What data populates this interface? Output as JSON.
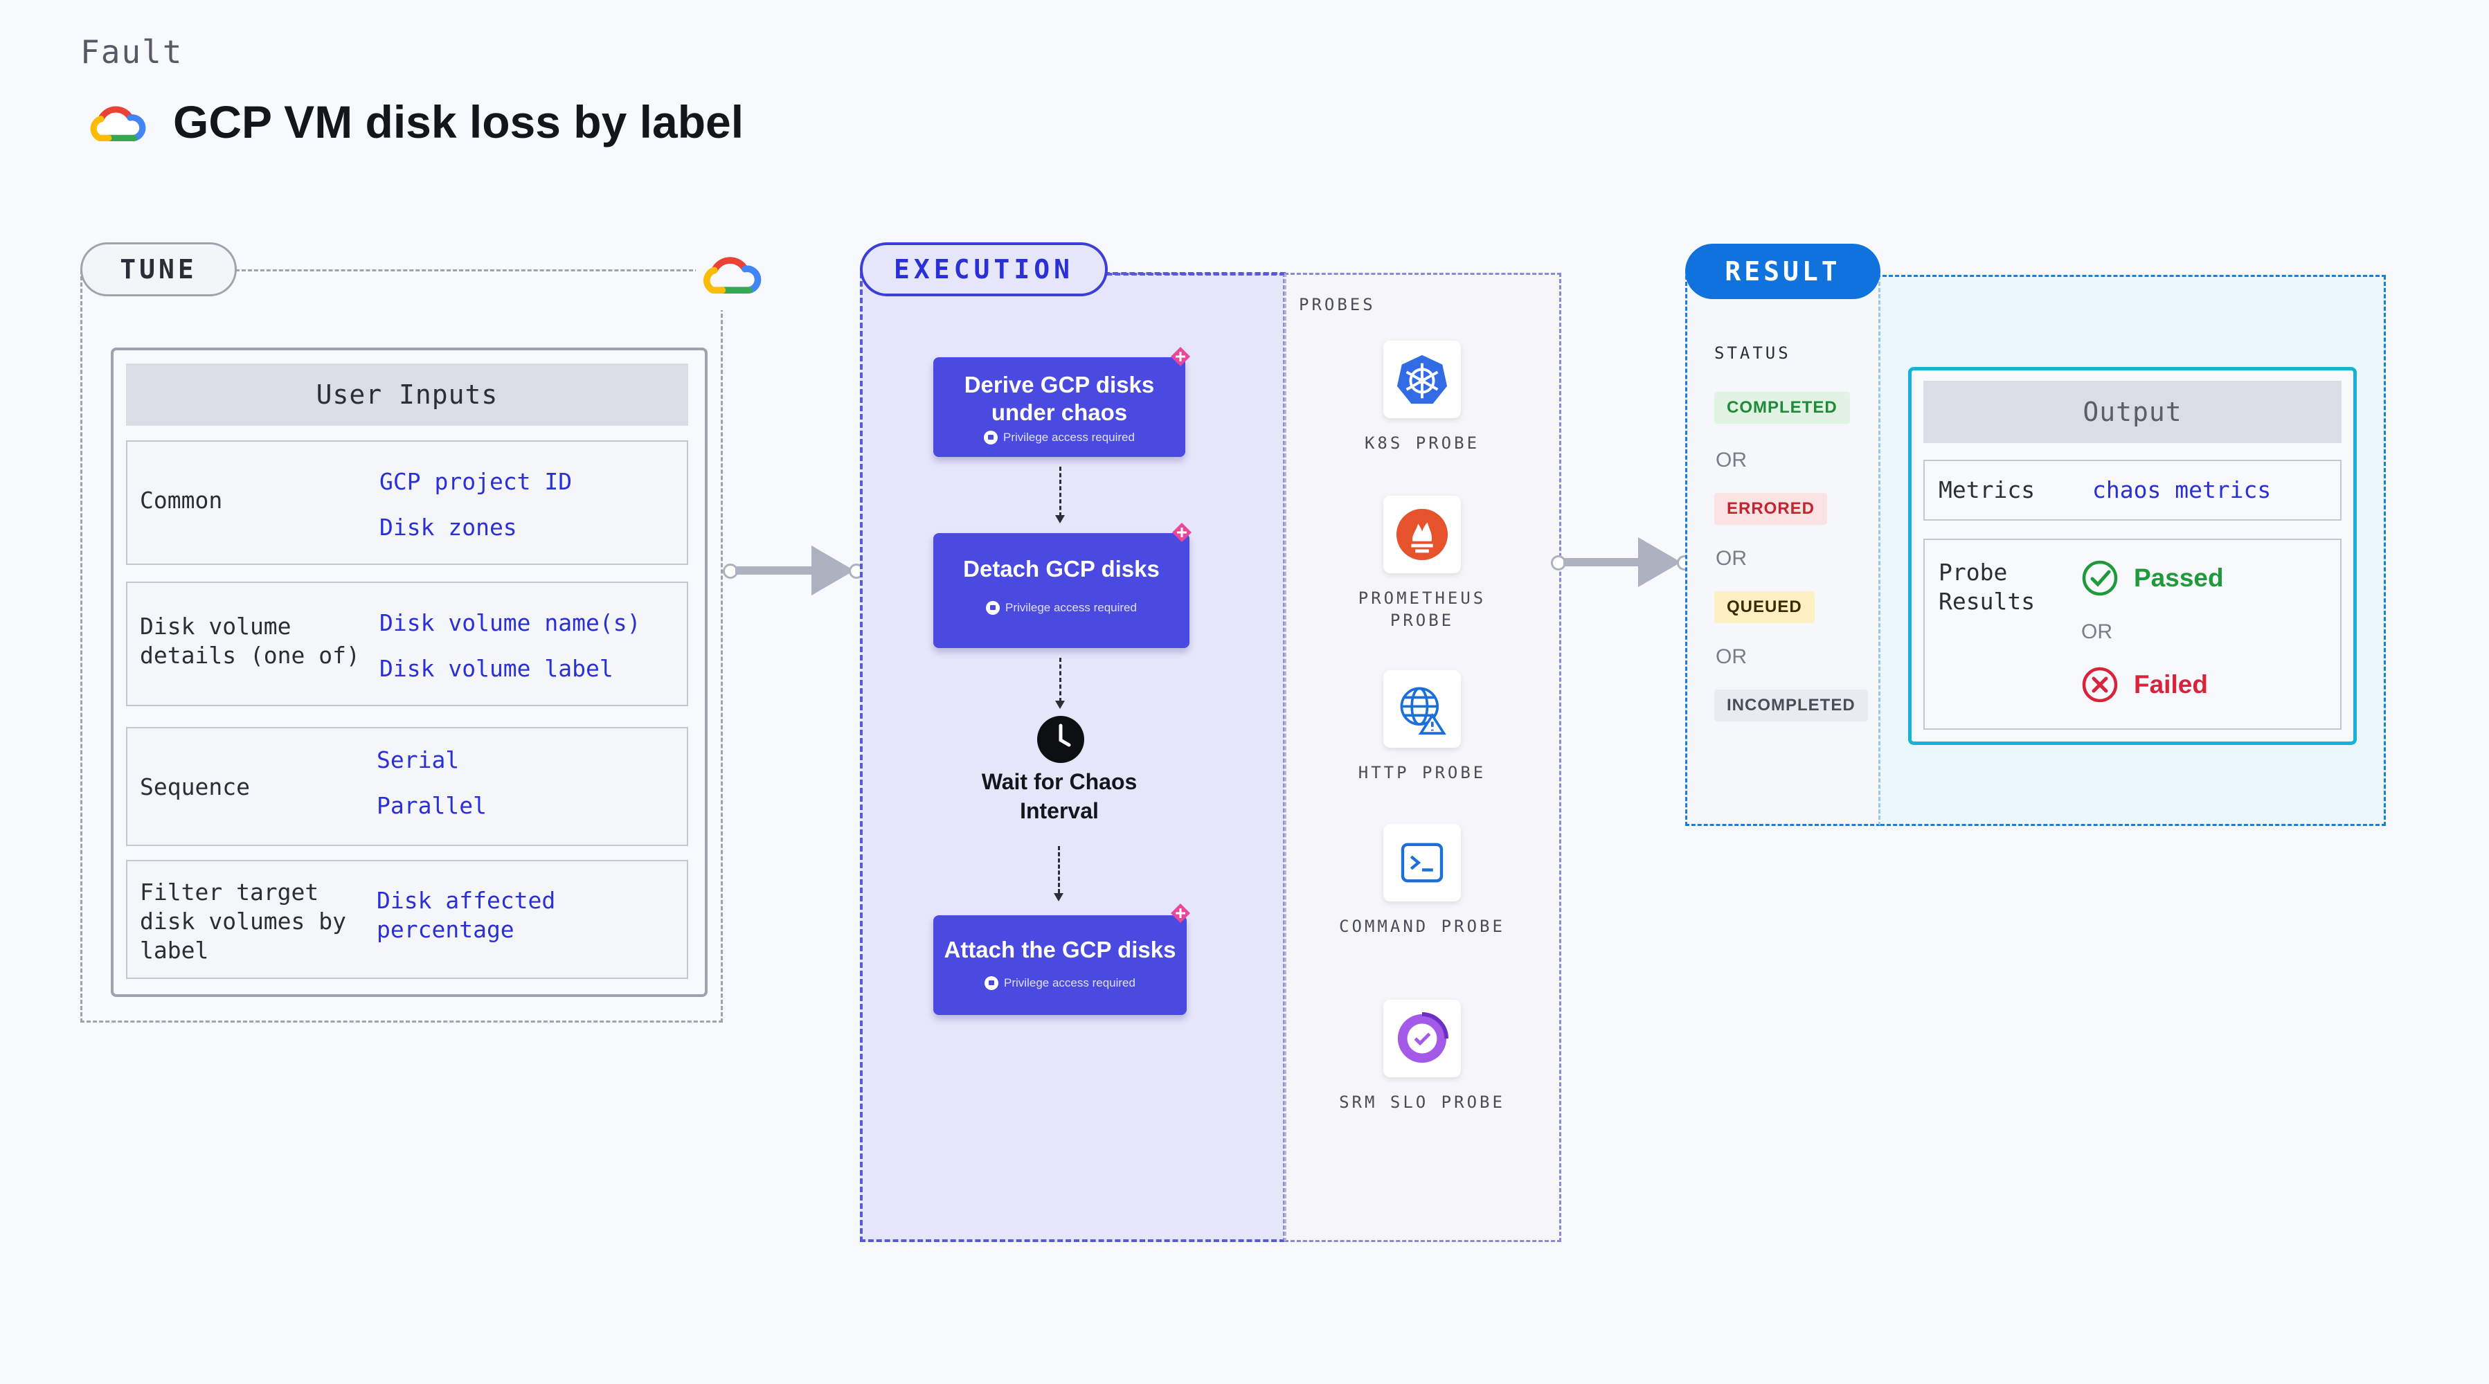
{
  "header": {
    "kicker": "Fault",
    "title": "GCP VM disk loss by label"
  },
  "tune": {
    "label": "TUNE",
    "panel_title": "User Inputs",
    "rows": [
      {
        "label": "Common",
        "values": [
          "GCP project ID",
          "Disk zones"
        ]
      },
      {
        "label": "Disk volume details (one of)",
        "values": [
          "Disk volume name(s)",
          "Disk volume label"
        ]
      },
      {
        "label": "Sequence",
        "values": [
          "Serial",
          "Parallel"
        ]
      },
      {
        "label": "Filter target disk volumes by label",
        "values": [
          "Disk affected percentage"
        ]
      }
    ]
  },
  "execution": {
    "label": "EXECUTION",
    "steps": [
      {
        "title": "Derive GCP disks under chaos",
        "note": "Privilege access required"
      },
      {
        "title": "Detach GCP disks",
        "note": "Privilege access required"
      },
      {
        "title": "Attach the GCP disks",
        "note": "Privilege access required"
      }
    ],
    "wait": "Wait for Chaos Interval"
  },
  "probes": {
    "label": "PROBES",
    "items": [
      {
        "label": "K8S PROBE",
        "icon": "kubernetes-icon"
      },
      {
        "label": "PROMETHEUS PROBE",
        "icon": "prometheus-icon"
      },
      {
        "label": "HTTP PROBE",
        "icon": "http-globe-icon"
      },
      {
        "label": "COMMAND PROBE",
        "icon": "terminal-icon"
      },
      {
        "label": "SRM SLO PROBE",
        "icon": "slo-gauge-icon"
      }
    ]
  },
  "result": {
    "label": "RESULT",
    "status_label": "STATUS",
    "statuses": [
      {
        "text": "COMPLETED",
        "color": "#1f8a3a",
        "bg": "#e1f4e3"
      },
      {
        "text": "ERRORED",
        "color": "#c8222f",
        "bg": "#fbe3e3"
      },
      {
        "text": "QUEUED",
        "color": "#3a2d05",
        "bg": "#fdf0c2"
      },
      {
        "text": "INCOMPLETED",
        "color": "#4a4d57",
        "bg": "#eaebf0"
      }
    ],
    "or": "OR",
    "output": {
      "title": "Output",
      "metrics_label": "Metrics",
      "metrics_value": "chaos metrics",
      "probe_results_label": "Probe Results",
      "passed": "Passed",
      "failed": "Failed"
    }
  },
  "colors": {
    "accent": "#4a4ae0",
    "result_blue": "#1072dc",
    "output_border": "#17b2d8"
  }
}
